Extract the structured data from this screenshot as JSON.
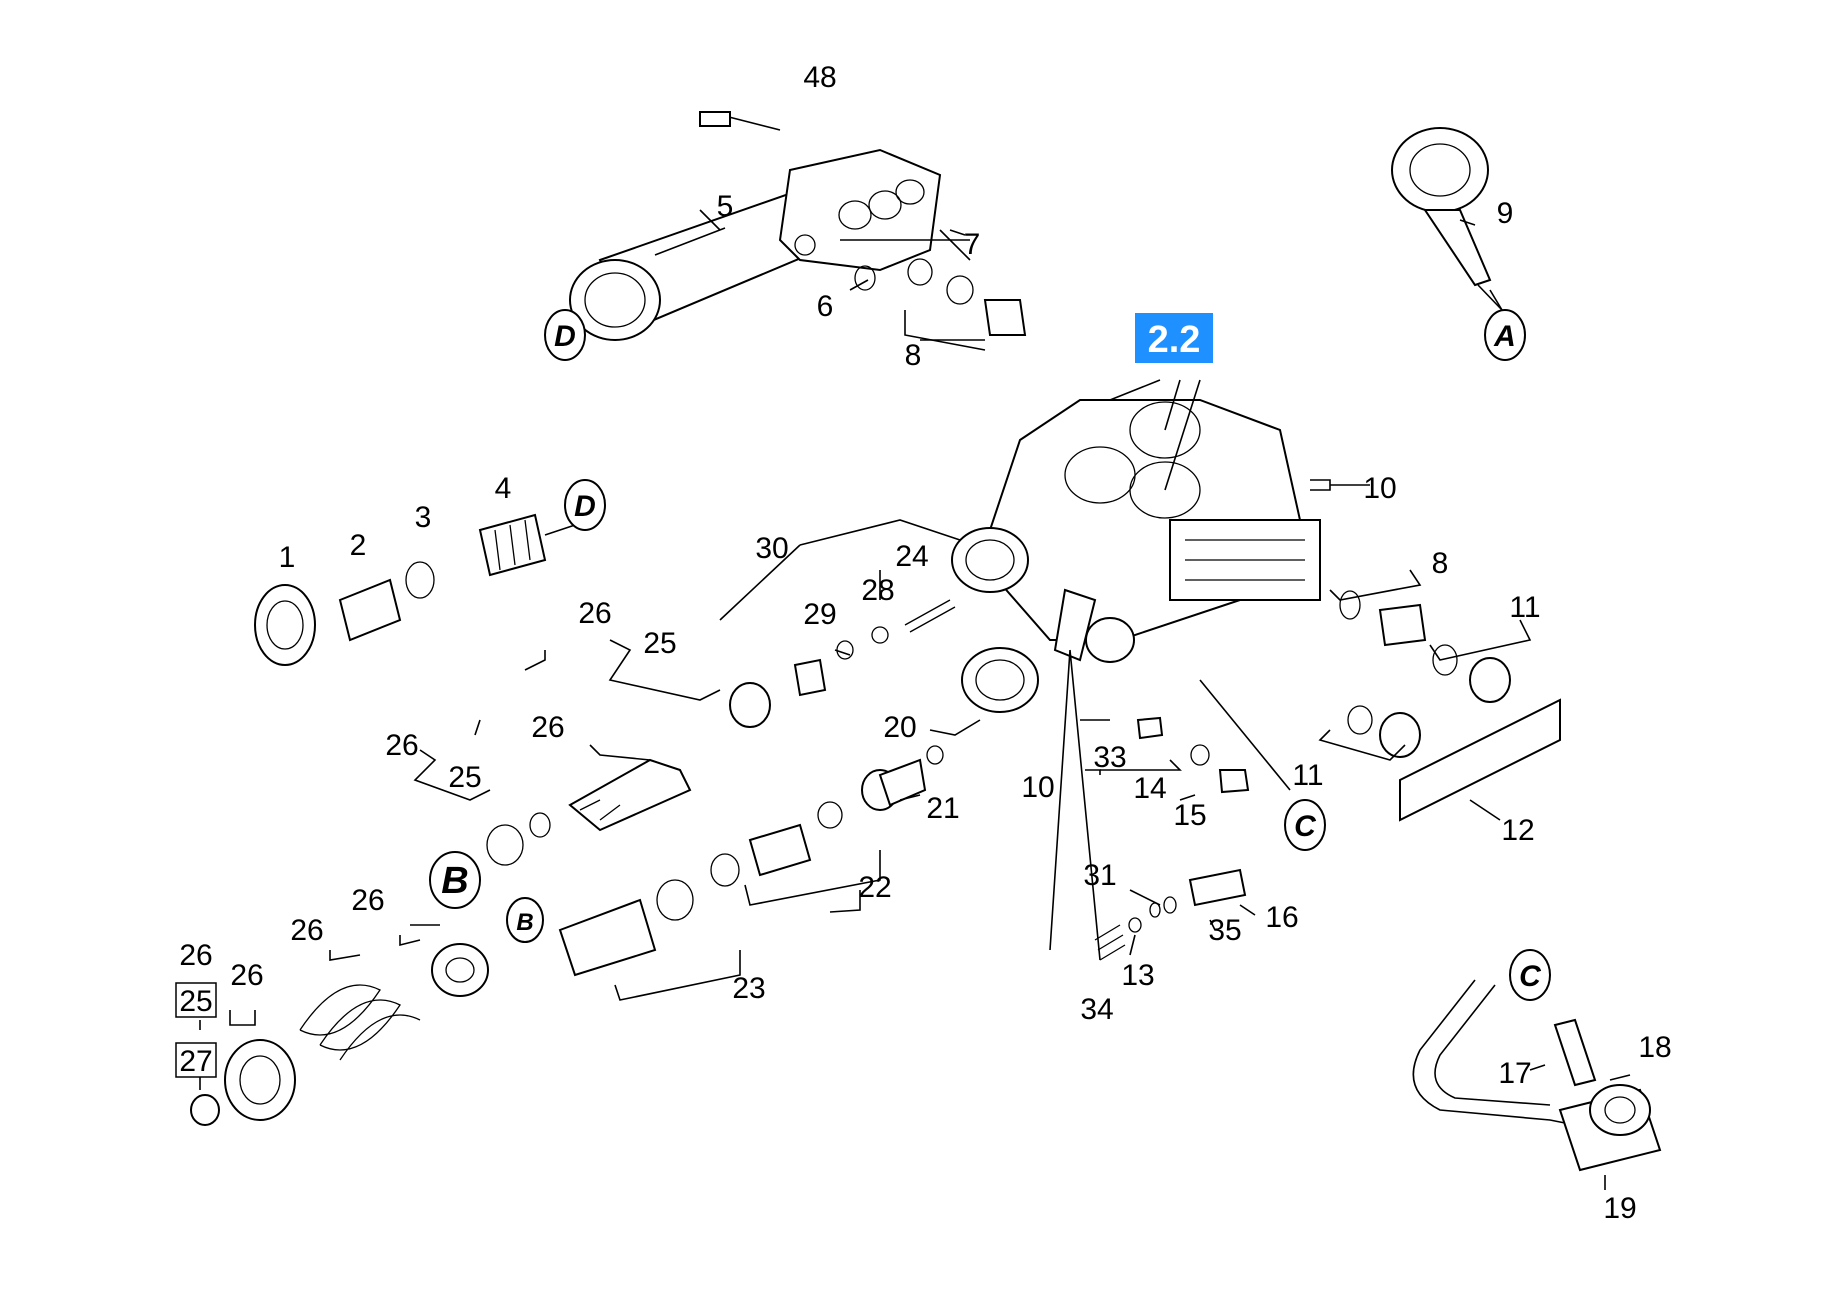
{
  "highlight": {
    "label": "2.2",
    "color": "#1e90ff"
  },
  "labels": {
    "p1": "1",
    "p2": "2",
    "p3": "3",
    "p4": "4",
    "p5": "5",
    "p6": "6",
    "p7": "7",
    "p8_top": "8",
    "p8_right": "8",
    "p9": "9",
    "p10_right": "10",
    "p10_low": "10",
    "p11_a": "11",
    "p11_b": "11",
    "p12": "12",
    "p13": "13",
    "p14": "14",
    "p15": "15",
    "p16": "16",
    "p17": "17",
    "p18": "18",
    "p19": "19",
    "p20": "20",
    "p21": "21",
    "p22": "22",
    "p23": "23",
    "p24": "24",
    "p25_a": "25",
    "p25_b": "25",
    "p25_c": "25",
    "p26_a": "26",
    "p26_b": "26",
    "p26_c": "26",
    "p26_d": "26",
    "p26_e": "26",
    "p26_f": "26",
    "p26_g": "26",
    "p27": "27",
    "p28": "28",
    "p29": "29",
    "p30": "30",
    "p31": "31",
    "p33": "33",
    "p34": "34",
    "p35": "35",
    "p48": "48"
  },
  "callouts": {
    "A": "A",
    "B_large": "B",
    "B_small": "B",
    "C_mid": "C",
    "C_low": "C",
    "D_top": "D",
    "D_mid": "D"
  }
}
